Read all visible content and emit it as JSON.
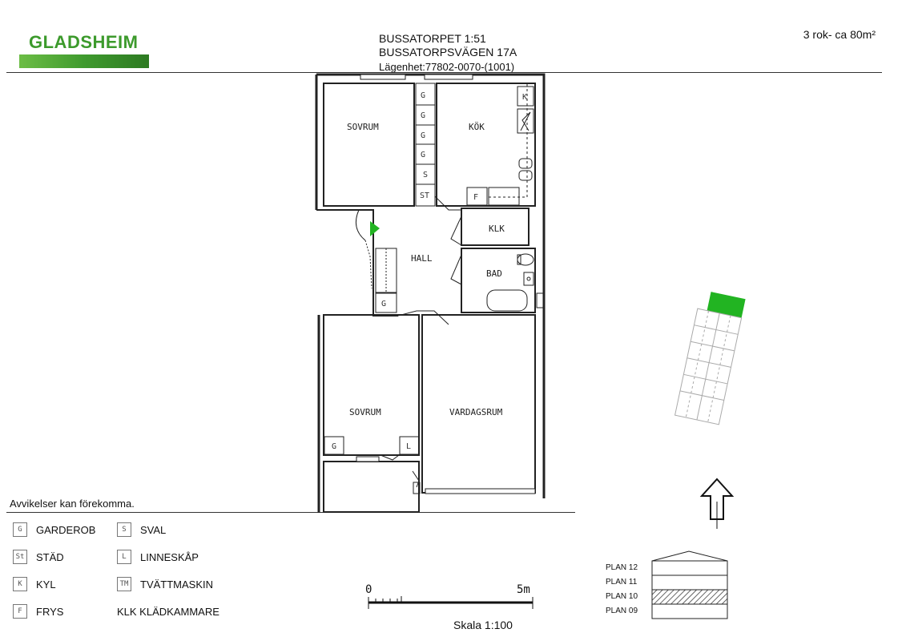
{
  "header": {
    "logo": "GLADSHEIM",
    "title_line1": "BUSSATORPET 1:51",
    "title_line2": "BUSSATORPSVÄGEN 17A",
    "apartment": "Lägenhet:77802-0070-(1001)",
    "rooms": "3 rok- ca 80m²"
  },
  "rooms": {
    "sovrum_top": "SOVRUM",
    "kok": "KÖK",
    "klk": "KLK",
    "hall": "HALL",
    "bad": "BAD",
    "sovrum_bottom": "SOVRUM",
    "vardagsrum": "VARDAGSRUM"
  },
  "fixtures": {
    "g": "G",
    "s": "S",
    "st": "ST",
    "k": "K",
    "f": "F",
    "l": "L"
  },
  "note": "Avvikelser kan förekomma.",
  "legend": [
    {
      "code": "G",
      "label": "GARDEROB"
    },
    {
      "code": "St",
      "label": "STÄD"
    },
    {
      "code": "K",
      "label": "KYL"
    },
    {
      "code": "F",
      "label": "FRYS"
    },
    {
      "code": "S",
      "label": "SVAL"
    },
    {
      "code": "L",
      "label": "LINNESKÅP"
    },
    {
      "code": "TM",
      "label": "TVÄTTMASKIN"
    },
    {
      "code": "",
      "label": "KLK KLÄDKAMMARE"
    }
  ],
  "scale": {
    "start": "0",
    "end": "5m",
    "label": "Skala 1:100"
  },
  "plans": [
    "PLAN 12",
    "PLAN 11",
    "PLAN 10",
    "PLAN 09"
  ],
  "colors": {
    "brand": "#3c9a2c",
    "highlight": "#22b422"
  }
}
